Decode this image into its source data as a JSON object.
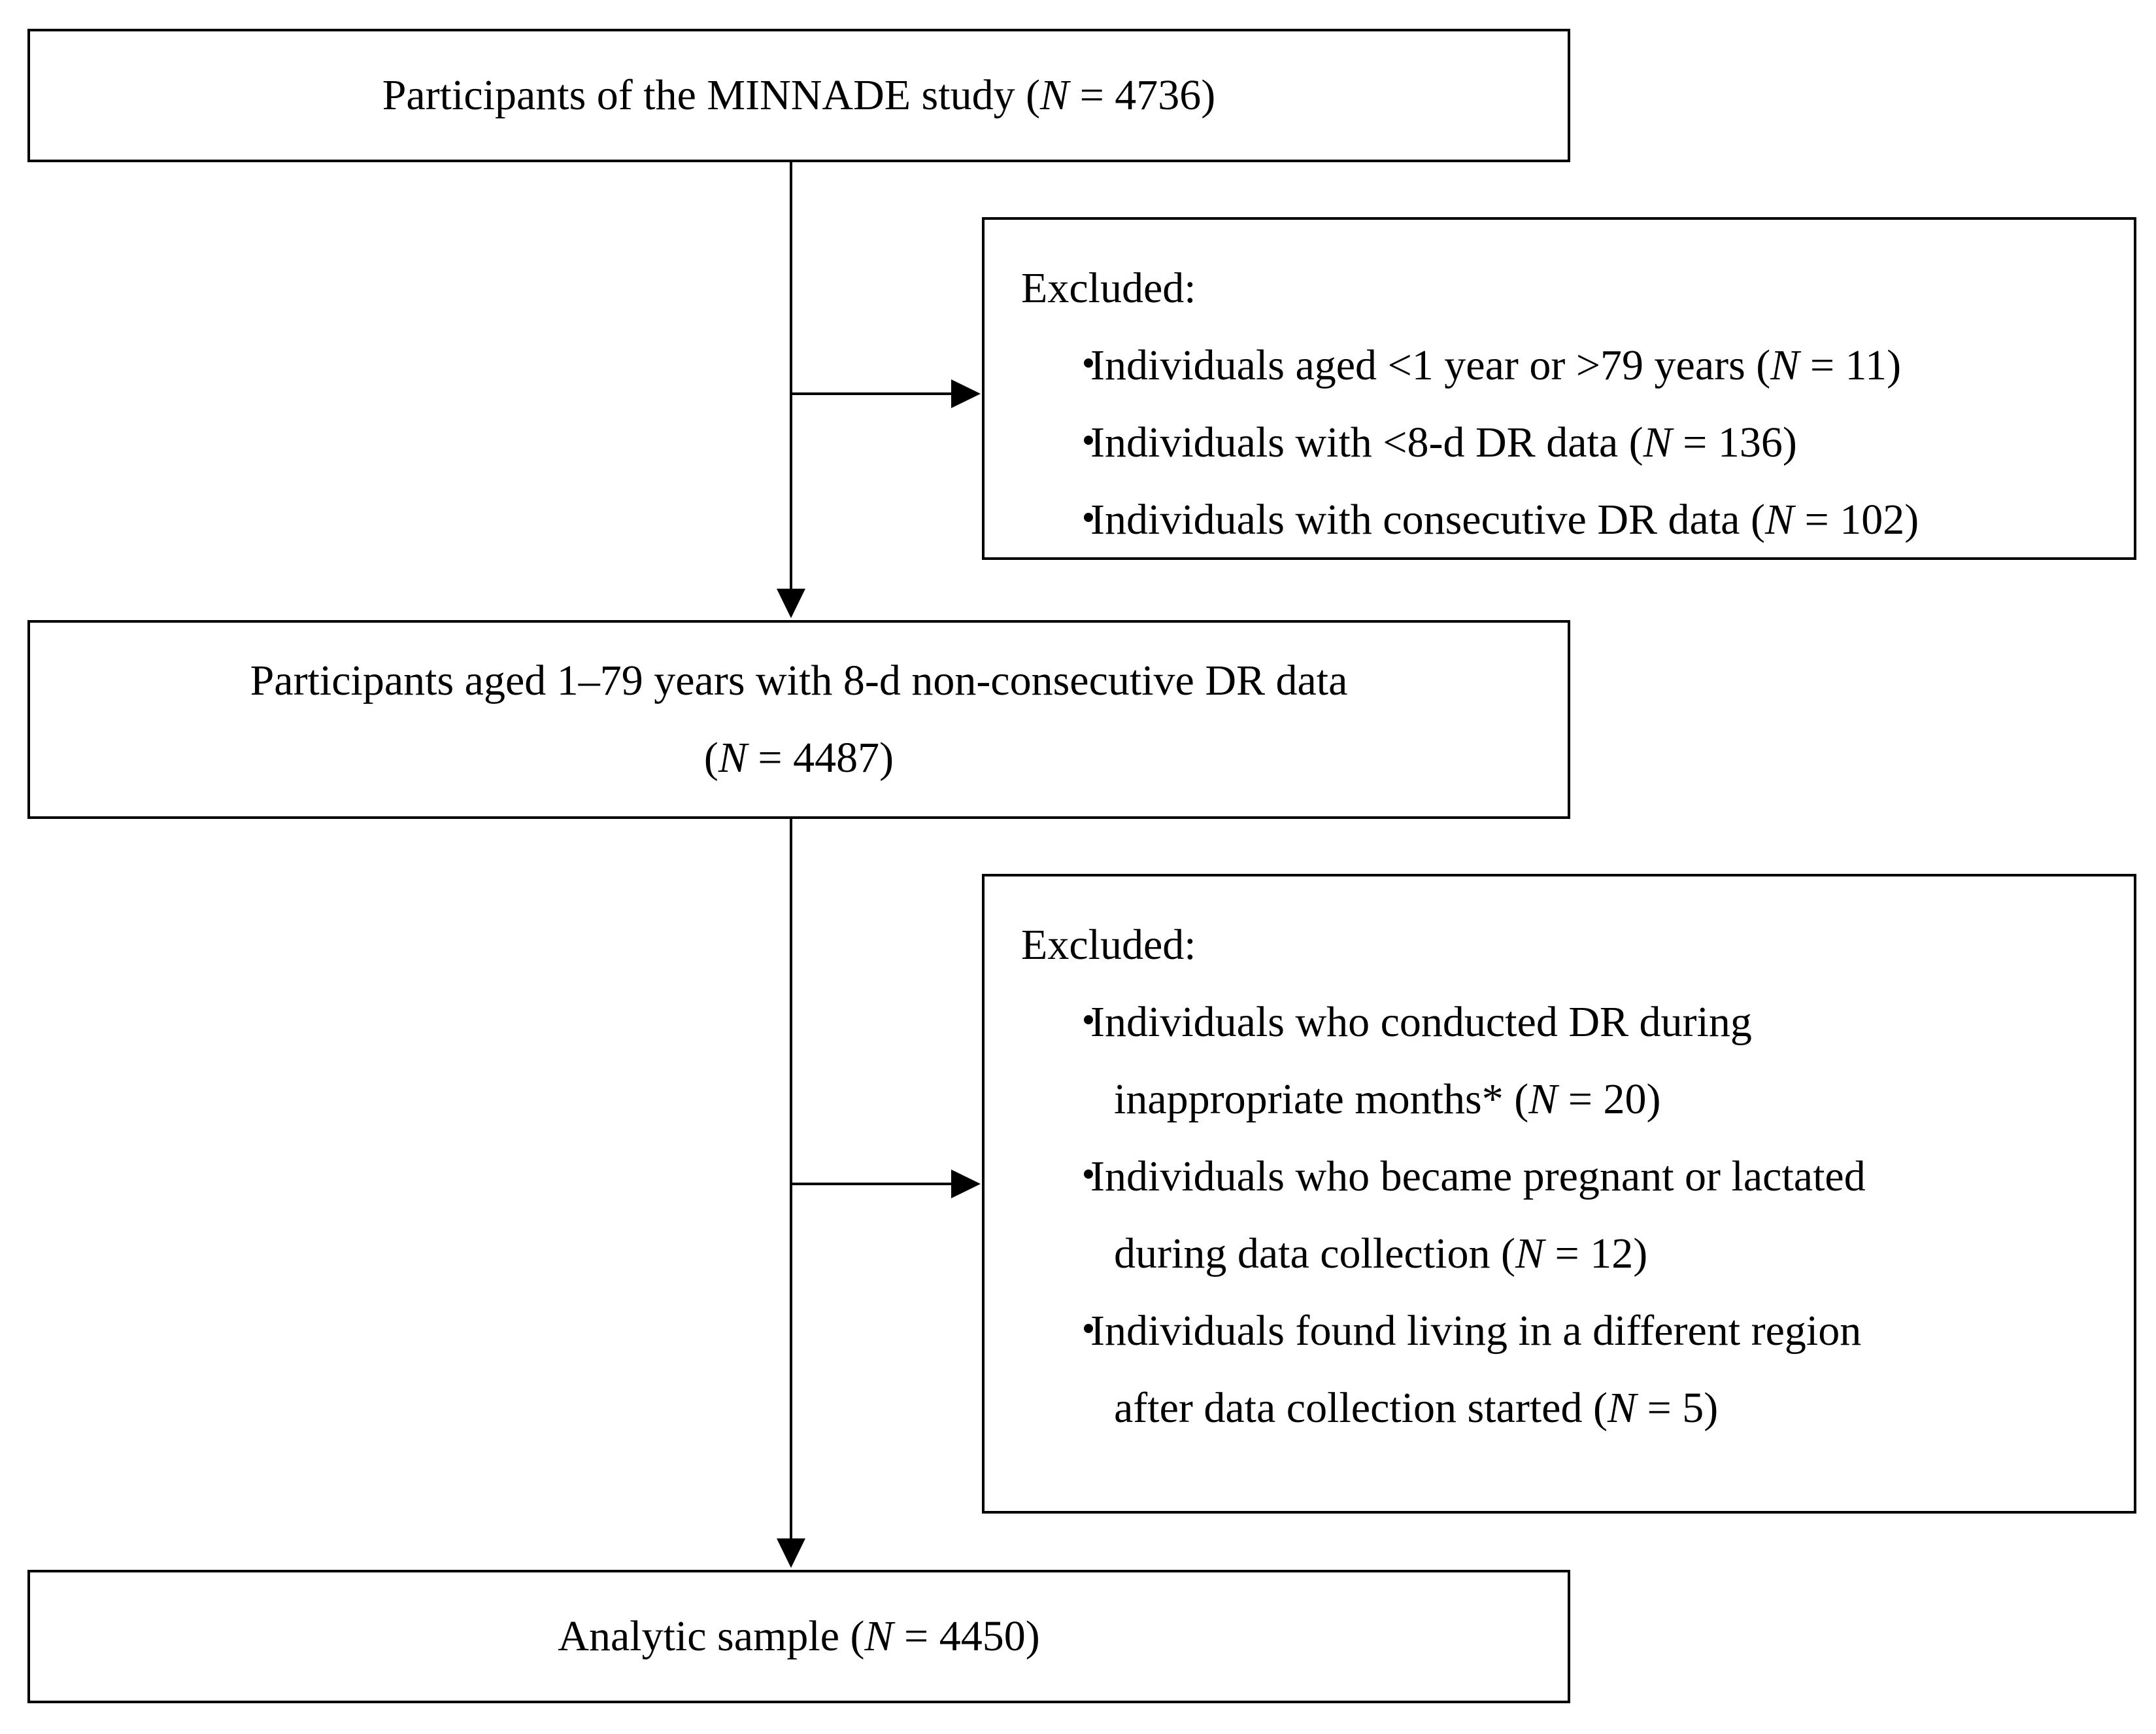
{
  "box1": {
    "text_before": "Participants of the MINNADE study (",
    "n_symbol": "N",
    "text_after": " = 4736)"
  },
  "exclusion1": {
    "heading": "Excluded:",
    "bullet": "・",
    "items": [
      {
        "before": "Individuals aged <1 year or >79 years (",
        "n": "N",
        "after": " = 11)"
      },
      {
        "before": "Individuals with <8-d DR data (",
        "n": "N",
        "after": " = 136)"
      },
      {
        "before": "Individuals with consecutive DR data (",
        "n": "N",
        "after": " = 102)"
      }
    ]
  },
  "box2": {
    "line1": "Participants aged 1–79 years with 8-d non-consecutive DR data",
    "line2_before": "(",
    "n_symbol": "N",
    "line2_after": " = 4487)"
  },
  "exclusion2": {
    "heading": "Excluded:",
    "bullet": "・",
    "items": [
      {
        "line1": "Individuals who conducted DR during",
        "line2_before": "inappropriate months* (",
        "n": "N",
        "line2_after": " = 20)"
      },
      {
        "line1": "Individuals who became pregnant or lactated",
        "line2_before": "during data collection (",
        "n": "N",
        "line2_after": " = 12)"
      },
      {
        "line1": "Individuals found living in a different region",
        "line2_before": "after data collection started (",
        "n": "N",
        "line2_after": " = 5)"
      }
    ]
  },
  "box3": {
    "text_before": "Analytic sample (",
    "n_symbol": "N",
    "text_after": " = 4450)"
  }
}
